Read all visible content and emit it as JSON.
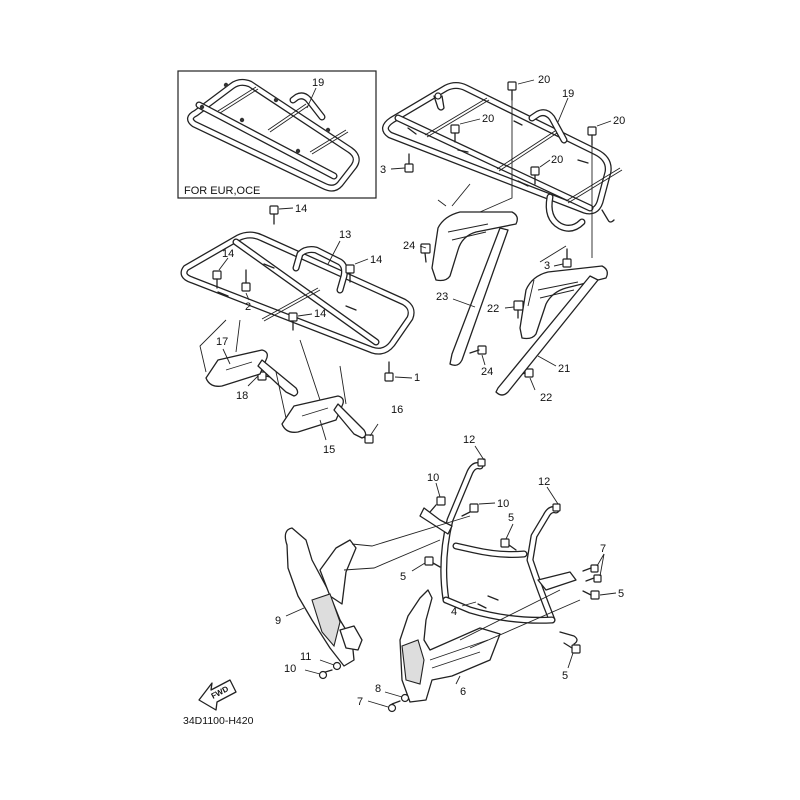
{
  "diagram": {
    "title": "Carrier / Guard parts diagram",
    "variant_box_note": "FOR EUR,OCE",
    "diagram_code": "34D1100-H420",
    "direction_indicator": "FWD",
    "callouts": [
      {
        "id": "c19a",
        "number": "19"
      },
      {
        "id": "c20a",
        "number": "20"
      },
      {
        "id": "c19b",
        "number": "19"
      },
      {
        "id": "c20b",
        "number": "20"
      },
      {
        "id": "c20c",
        "number": "20"
      },
      {
        "id": "c20d",
        "number": "20"
      },
      {
        "id": "c3a",
        "number": "3"
      },
      {
        "id": "c14a",
        "number": "14"
      },
      {
        "id": "c13",
        "number": "13"
      },
      {
        "id": "c14b",
        "number": "14"
      },
      {
        "id": "c14c",
        "number": "14"
      },
      {
        "id": "c2",
        "number": "2"
      },
      {
        "id": "c14d",
        "number": "14"
      },
      {
        "id": "c24a",
        "number": "24"
      },
      {
        "id": "c3b",
        "number": "3"
      },
      {
        "id": "c23",
        "number": "23"
      },
      {
        "id": "c22a",
        "number": "22"
      },
      {
        "id": "c24b",
        "number": "24"
      },
      {
        "id": "c21",
        "number": "21"
      },
      {
        "id": "c22b",
        "number": "22"
      },
      {
        "id": "c17",
        "number": "17"
      },
      {
        "id": "c1",
        "number": "1"
      },
      {
        "id": "c18",
        "number": "18"
      },
      {
        "id": "c16",
        "number": "16"
      },
      {
        "id": "c15",
        "number": "15"
      },
      {
        "id": "c12a",
        "number": "12"
      },
      {
        "id": "c10a",
        "number": "10"
      },
      {
        "id": "c10b",
        "number": "10"
      },
      {
        "id": "c12b",
        "number": "12"
      },
      {
        "id": "c5a",
        "number": "5"
      },
      {
        "id": "c5b",
        "number": "5"
      },
      {
        "id": "c7a",
        "number": "7"
      },
      {
        "id": "c5c",
        "number": "5"
      },
      {
        "id": "c9",
        "number": "9"
      },
      {
        "id": "c4",
        "number": "4"
      },
      {
        "id": "c11",
        "number": "11"
      },
      {
        "id": "c10c",
        "number": "10"
      },
      {
        "id": "c5d",
        "number": "5"
      },
      {
        "id": "c6",
        "number": "6"
      },
      {
        "id": "c8",
        "number": "8"
      },
      {
        "id": "c7b",
        "number": "7"
      }
    ]
  }
}
